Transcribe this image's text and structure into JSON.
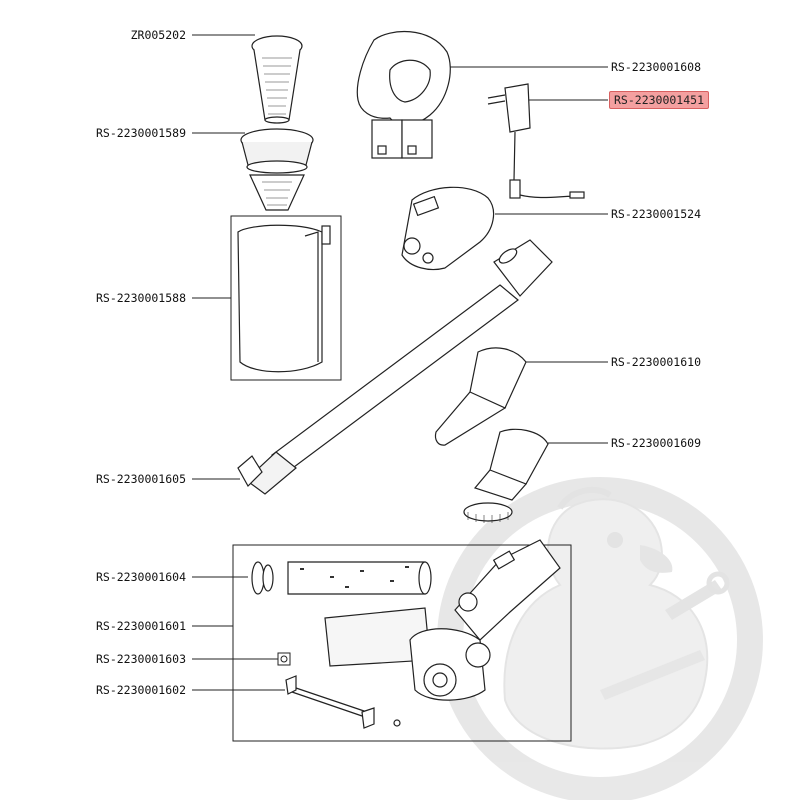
{
  "colors": {
    "line": "#222222",
    "highlight_fill": "#f4a0a0",
    "highlight_border": "#d86060",
    "watermark": "#e6e6e6"
  },
  "parts": {
    "zr005202": "ZR005202",
    "p1589": "RS-2230001589",
    "p1588": "RS-2230001588",
    "p1605": "RS-2230001605",
    "p1604": "RS-2230001604",
    "p1601": "RS-2230001601",
    "p1603": "RS-2230001603",
    "p1602": "RS-2230001602",
    "p1608": "RS-2230001608",
    "p1451": "RS-2230001451",
    "p1524": "RS-2230001524",
    "p1610": "RS-2230001610",
    "p1609": "RS-2230001609"
  },
  "highlighted_part": "RS-2230001451",
  "watermark": "duck-mascot-logo"
}
